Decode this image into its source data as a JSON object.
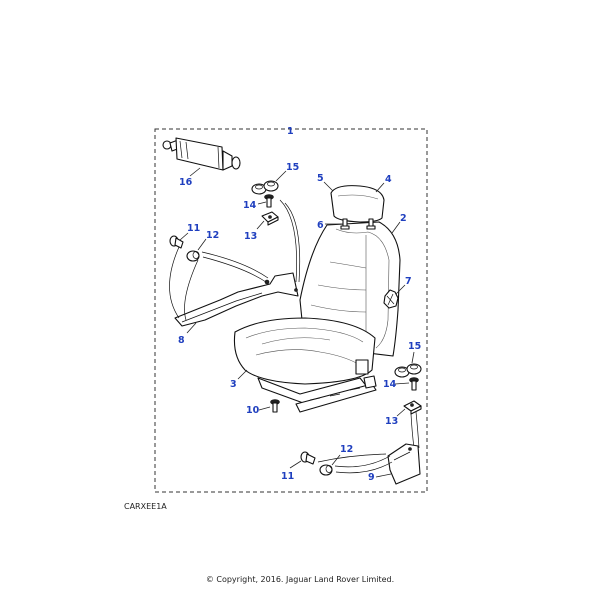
{
  "callouts": {
    "c1": "1",
    "c2": "2",
    "c3": "3",
    "c4": "4",
    "c5": "5",
    "c6": "6",
    "c7": "7",
    "c8": "8",
    "c9": "9",
    "c10": "10",
    "c11a": "11",
    "c11b": "11",
    "c12a": "12",
    "c12b": "12",
    "c13a": "13",
    "c13b": "13",
    "c14a": "14",
    "c14b": "14",
    "c15a": "15",
    "c15b": "15",
    "c16": "16"
  },
  "reference_code": "CARXEE1A",
  "copyright": "© Copyright, 2016. Jaguar Land Rover Limited.",
  "colors": {
    "callout": "#1f3fbf",
    "line": "#111111",
    "background": "#ffffff"
  }
}
